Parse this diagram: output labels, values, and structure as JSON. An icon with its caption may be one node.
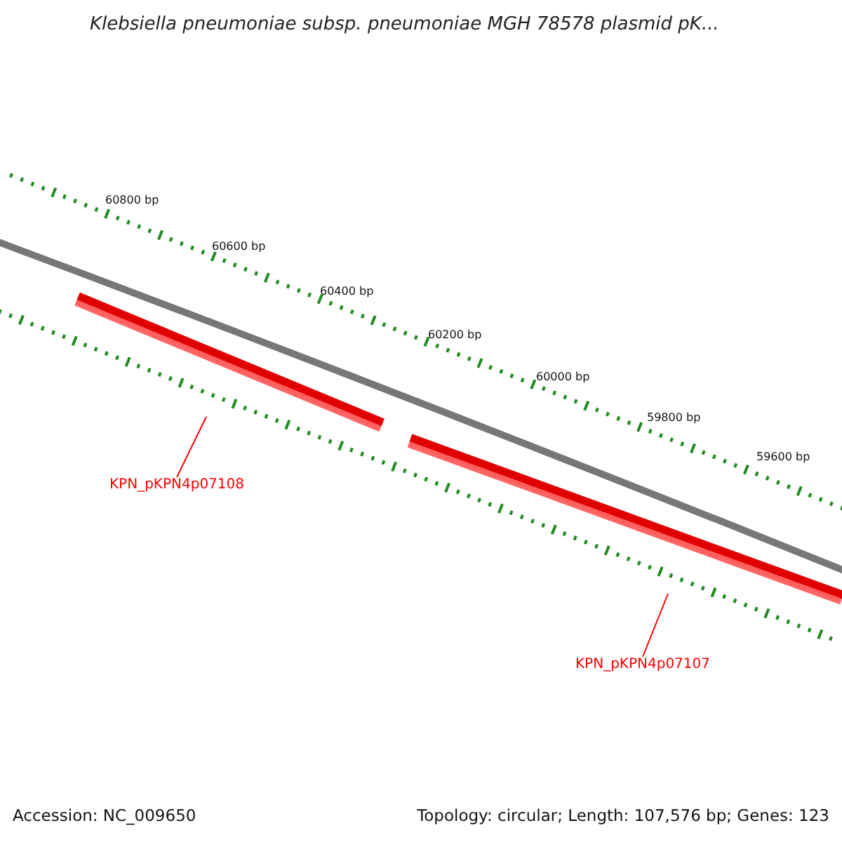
{
  "diagram": {
    "title": "Klebsiella pneumoniae subsp. pneumoniae MGH 78578 plasmid pK...",
    "nodes": [
      {
        "text": [],
        "shape": "bar"
      },
      {
        "text": [
          "KPN_pKPN4p07108"
        ]
      },
      {
        "text": [],
        "shape": "bar"
      },
      {
        "text": [
          "KPN_pKPN4p07107"
        ]
      }
    ],
    "edges": [
      {
        "from": 1,
        "to": 0,
        "arrow": "none",
        "color": "#ff0000"
      },
      {
        "from": 3,
        "to": 2,
        "arrow": "none",
        "color": "#ff0000"
      }
    ],
    "labels": [
      "60800 bp",
      "60600 bp",
      "60400 bp",
      "60200 bp",
      "60000 bp",
      "59800 bp",
      "59600 bp",
      "Accession: NC_009650",
      "Topology: circular; Length: 107,576 bp; Genes: 123"
    ]
  }
}
